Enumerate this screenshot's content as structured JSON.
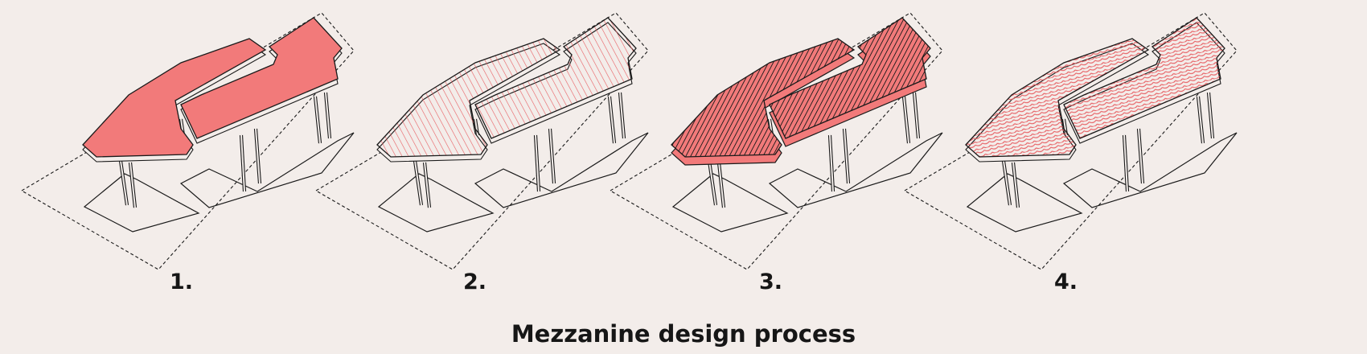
{
  "caption": "Mezzanine design process",
  "colors": {
    "background": "#f3edea",
    "fill": "#f27a7a",
    "hatch": "#e75d61",
    "stroke": "#1a1a1a"
  },
  "steps": [
    {
      "label": "1.",
      "treatment": "solid-fill"
    },
    {
      "label": "2.",
      "treatment": "parallel-hatch"
    },
    {
      "label": "3.",
      "treatment": "vertical-fins"
    },
    {
      "label": "4.",
      "treatment": "curved-hatch"
    }
  ]
}
